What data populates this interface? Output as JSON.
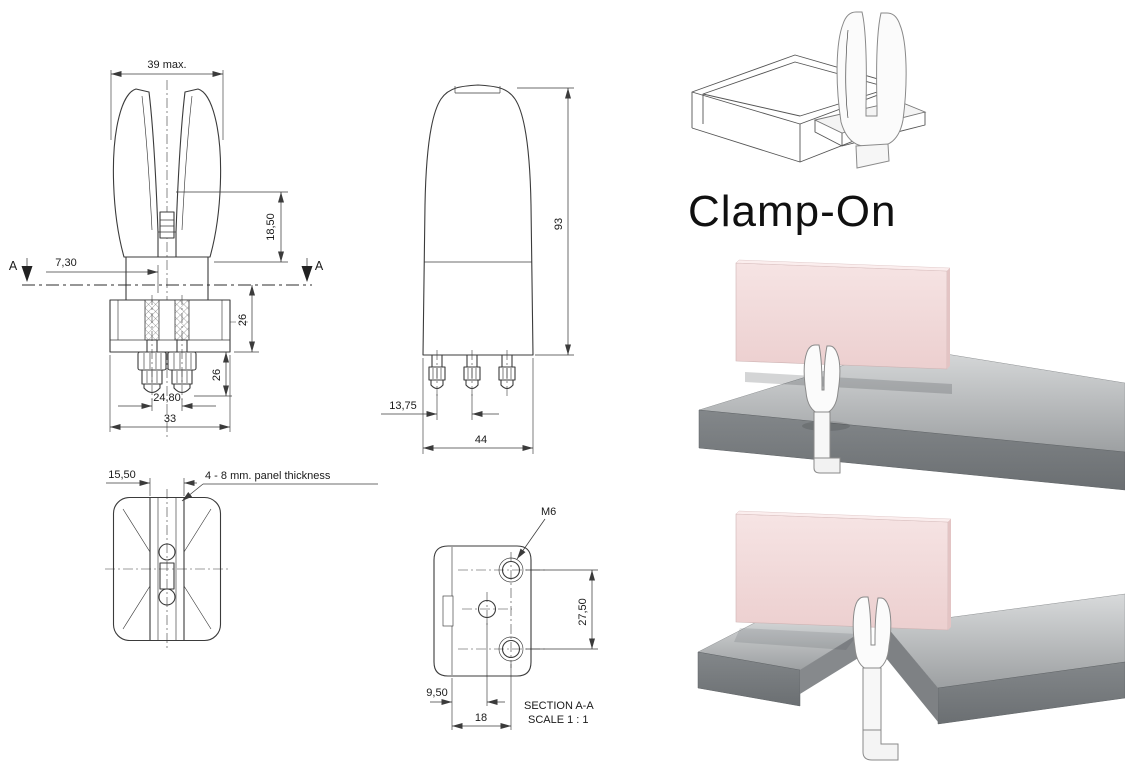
{
  "front_view": {
    "dim_width_max": "39 max.",
    "dim_offset": "7,30",
    "dim_grip_depth": "18,50",
    "dim_body_height": "26",
    "dim_screw_height": "26",
    "dim_screw_spacing": "24,80",
    "dim_base_width": "33",
    "section_label_left": "A",
    "section_label_right": "A"
  },
  "side_view": {
    "dim_total_height": "93",
    "dim_screw_pitch": "13,75",
    "dim_depth": "44"
  },
  "top_view": {
    "dim_slot_width": "15,50",
    "panel_note": "4 - 8 mm. panel thickness"
  },
  "section_view": {
    "thread_callout": "M6",
    "dim_hole_spacing": "27,50",
    "dim_edge_offset": "9,50",
    "dim_hole_pitch": "18",
    "caption_title": "SECTION A-A",
    "caption_scale": "SCALE 1 : 1"
  },
  "branding": {
    "product_name": "Clamp-On"
  },
  "colors": {
    "panel_pink": "#f2d9d9",
    "table_gray_top": "#b9bcbe",
    "table_gray_front": "#73777a",
    "clamp_white": "#fafafa",
    "line": "#3b3b3b"
  }
}
